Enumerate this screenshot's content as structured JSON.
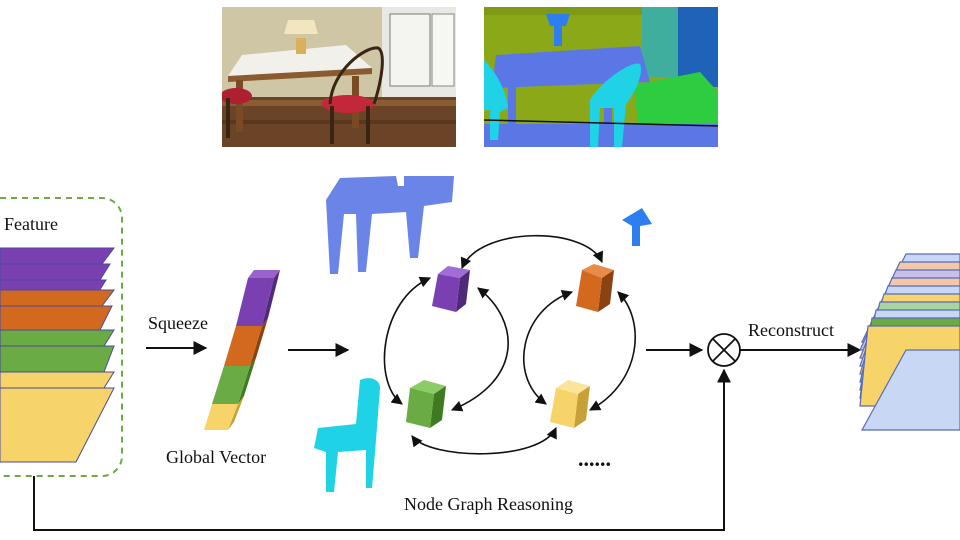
{
  "labels": {
    "feature": "Feature",
    "squeeze": "Squeeze",
    "global_vector": "Global Vector",
    "reconstruct": "Reconstruct",
    "node_graph_reasoning": "Node Graph Reasoning",
    "ellipsis": "......"
  },
  "colors": {
    "purple": "#7a3fb0",
    "orange": "#d2691e",
    "green": "#6aab44",
    "yellow": "#f7d46a",
    "seg_blue": "#5b77e6",
    "seg_cyan": "#1fd2e6",
    "seg_olive": "#8aa818",
    "seg_green": "#2ecc40",
    "dashed_border": "#6aab44"
  },
  "images": {
    "photo": "dining-room-photo",
    "segmentation": "segmentation-map"
  }
}
